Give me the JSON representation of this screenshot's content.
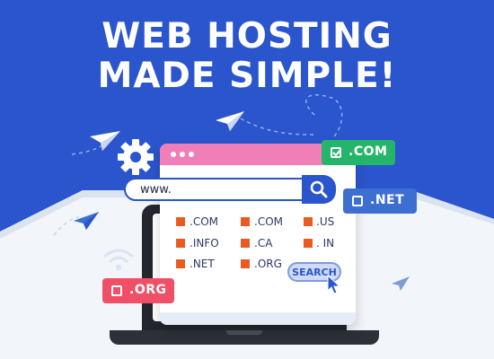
{
  "headline": {
    "line1": "WEB HOSTING",
    "line2": "MADE SIMPLE!"
  },
  "search": {
    "value": "www.",
    "button_icon": "magnifier-icon"
  },
  "domains": [
    ".COM",
    ".COM",
    ".US",
    ".INFO",
    ".CA",
    ". IN",
    ".NET",
    ".ORG"
  ],
  "search_button": {
    "label": "SEARCH"
  },
  "tags": {
    "com": ".COM",
    "net": ".NET",
    "org": ".ORG"
  },
  "colors": {
    "background": "#2a55cc",
    "floor": "#f2f5fa",
    "browser_bar": "#f07fb7",
    "domain_square": "#ea5b24",
    "tag_com": "#25b56a",
    "tag_net": "#3d6fd1",
    "tag_org": "#ef4f67"
  },
  "icons": [
    "gear-icon",
    "paper-plane-icon",
    "magnifier-icon",
    "cursor-icon",
    "wifi-icon",
    "check-icon"
  ]
}
